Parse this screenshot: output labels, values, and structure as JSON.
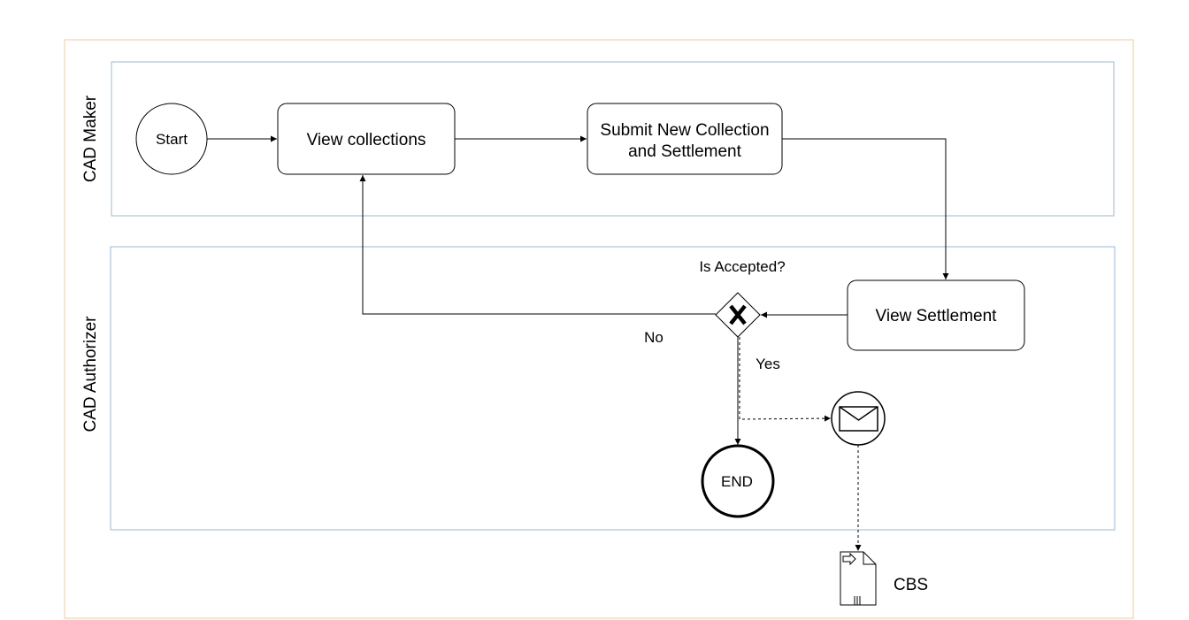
{
  "lanes": {
    "maker": {
      "label": "CAD Maker"
    },
    "authorizer": {
      "label": "CAD Authorizer"
    }
  },
  "nodes": {
    "start": {
      "label": "Start"
    },
    "view_collections": {
      "label": "View collections"
    },
    "submit": {
      "line1": "Submit New Collection",
      "line2": "and Settlement"
    },
    "view_settlement": {
      "label": "View Settlement"
    },
    "gateway": {
      "label": "Is Accepted?"
    },
    "end": {
      "label": "END"
    },
    "cbs": {
      "label": "CBS"
    }
  },
  "edges": {
    "no_label": "No",
    "yes_label": "Yes"
  },
  "colors": {
    "pool_border": "#f5c89a",
    "lane_border": "#a9c4e0",
    "stroke": "#000000"
  },
  "icons": {
    "message": "envelope-icon",
    "data_store": "document-icon",
    "gateway": "x-icon"
  }
}
